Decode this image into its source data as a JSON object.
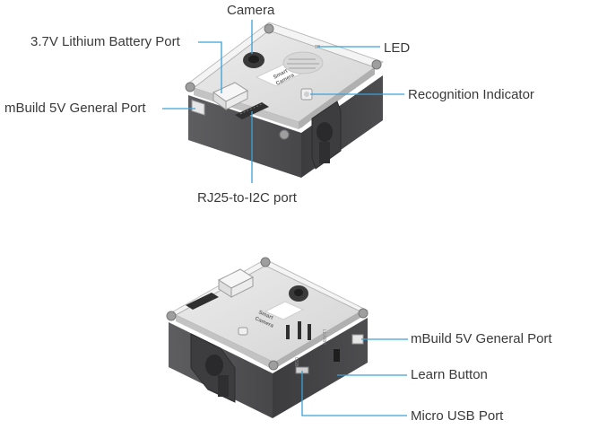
{
  "top_view": {
    "labels": {
      "camera": "Camera",
      "battery_port": "3.7V Lithium Battery Port",
      "led": "LED",
      "mbuild_port": "mBuild 5V General Port",
      "recognition_indicator": "Recognition  Indicator",
      "rj25_port": "RJ25-to-I2C port"
    },
    "board_text": [
      "Smart",
      "Camera"
    ]
  },
  "bottom_view": {
    "labels": {
      "mbuild_port": "mBuild 5V General Port",
      "learn_button": "Learn Button",
      "micro_usb_port": "Micro USB Port"
    },
    "board_text": [
      "Smart",
      "Camera"
    ],
    "side_text": [
      "USB",
      "LEARN"
    ]
  },
  "colors": {
    "callout_line": "#3aa0d8",
    "label_text": "#3a3a3a",
    "shell_dark": "#4a4a4c",
    "shell_side": "#5b5b5e",
    "board_top": "#e2e2e2",
    "board_side": "#c9c9c9",
    "acrylic": "#f3f3f3"
  }
}
